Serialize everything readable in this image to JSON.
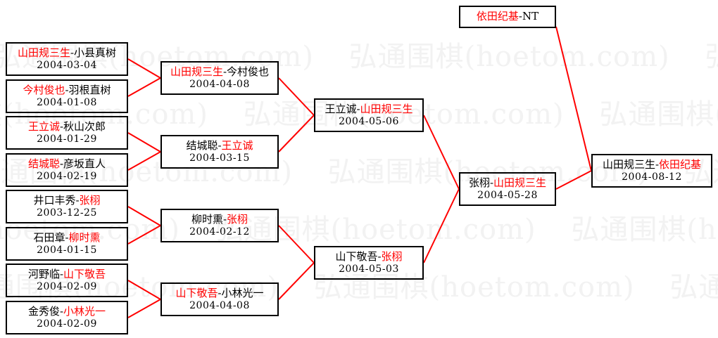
{
  "diagram": {
    "title": "Go tournament elimination bracket",
    "colors": {
      "winner_name": "#ff0000",
      "loser_name": "#000000",
      "connector_line": "#ff0000",
      "box_border": "#000000",
      "background": "#ffffff",
      "watermark": "#f2f2f2"
    },
    "watermark_text": "弘通围棋(hoetom.com)"
  },
  "rounds": [
    {
      "name": "round-1",
      "matches": [
        {
          "id": "r1m1",
          "winner": "山田规三生",
          "loser": "小县真树",
          "winner_side": "left",
          "date": "2004-03-04"
        },
        {
          "id": "r1m2",
          "winner": "今村俊也",
          "loser": "羽根直树",
          "winner_side": "left",
          "date": "2004-01-08"
        },
        {
          "id": "r1m3",
          "winner": "王立诚",
          "loser": "秋山次郎",
          "winner_side": "left",
          "date": "2004-01-29"
        },
        {
          "id": "r1m4",
          "winner": "结城聪",
          "loser": "彦坂直人",
          "winner_side": "left",
          "date": "2004-02-19"
        },
        {
          "id": "r1m5",
          "winner": "张栩",
          "loser": "井口丰秀",
          "winner_side": "right",
          "date": "2003-12-25"
        },
        {
          "id": "r1m6",
          "winner": "柳时熏",
          "loser": "石田章",
          "winner_side": "right",
          "date": "2004-01-15"
        },
        {
          "id": "r1m7",
          "winner": "山下敬吾",
          "loser": "河野临",
          "winner_side": "right",
          "date": "2004-02-09"
        },
        {
          "id": "r1m8",
          "winner": "小林光一",
          "loser": "金秀俊",
          "winner_side": "right",
          "date": "2004-02-09"
        }
      ]
    },
    {
      "name": "round-2",
      "matches": [
        {
          "id": "r2m1",
          "winner": "山田规三生",
          "loser": "今村俊也",
          "winner_side": "left",
          "date": "2004-04-08"
        },
        {
          "id": "r2m2",
          "winner": "王立诚",
          "loser": "结城聪",
          "winner_side": "right",
          "date": "2004-03-15"
        },
        {
          "id": "r2m3",
          "winner": "张栩",
          "loser": "柳时熏",
          "winner_side": "right",
          "date": "2004-02-12"
        },
        {
          "id": "r2m4",
          "winner": "山下敬吾",
          "loser": "小林光一",
          "winner_side": "left",
          "date": "2004-04-08"
        }
      ]
    },
    {
      "name": "round-3-semifinal",
      "matches": [
        {
          "id": "r3m1",
          "winner": "山田规三生",
          "loser": "王立诚",
          "winner_side": "right",
          "date": "2004-05-06"
        },
        {
          "id": "r3m2",
          "winner": "张栩",
          "loser": "山下敬吾",
          "winner_side": "right",
          "date": "2004-05-03"
        }
      ]
    },
    {
      "name": "round-4-final-qualifier",
      "matches": [
        {
          "id": "r4m1",
          "winner": "山田规三生",
          "loser": "张栩",
          "winner_side": "right",
          "date": "2004-05-28"
        }
      ]
    },
    {
      "name": "seed-defending-champion",
      "matches": [
        {
          "id": "seed",
          "winner": "依田纪基",
          "loser": "NT",
          "winner_side": "left",
          "date": ""
        }
      ]
    },
    {
      "name": "round-5-title-match",
      "matches": [
        {
          "id": "r5m1",
          "winner": "依田纪基",
          "loser": "山田规三生",
          "winner_side": "right",
          "date": "2004-08-12"
        }
      ]
    }
  ],
  "layout": {
    "separator": "-"
  }
}
